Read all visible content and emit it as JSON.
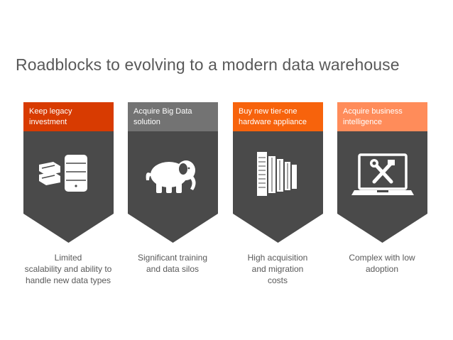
{
  "slide": {
    "title": "Roadblocks to evolving to a modern data warehouse"
  },
  "colors": {
    "title_text": "#595959",
    "card_body": "#4a4a4a",
    "caption_text": "#595959"
  },
  "cards": [
    {
      "header_line1": "Keep legacy",
      "header_line2": "investment",
      "header_color": "#d83b01",
      "icon": "legacy-servers-icon",
      "caption_line1": "Limited",
      "caption_line2": "scalability and ability to",
      "caption_line3": "handle new data types"
    },
    {
      "header_line1": "Acquire Big Data",
      "header_line2": "solution",
      "header_color": "#737373",
      "icon": "hadoop-elephant-icon",
      "caption_line1": "Significant training",
      "caption_line2": "and data silos",
      "caption_line3": ""
    },
    {
      "header_line1": "Buy new tier-one",
      "header_line2": "hardware appliance",
      "header_color": "#f7630c",
      "icon": "hardware-appliance-icon",
      "caption_line1": "High acquisition",
      "caption_line2": "and migration",
      "caption_line3": "costs"
    },
    {
      "header_line1": "Acquire business",
      "header_line2": "intelligence",
      "header_color": "#ff8c5a",
      "icon": "laptop-tools-icon",
      "caption_line1": "Complex with low",
      "caption_line2": "adoption",
      "caption_line3": ""
    }
  ]
}
